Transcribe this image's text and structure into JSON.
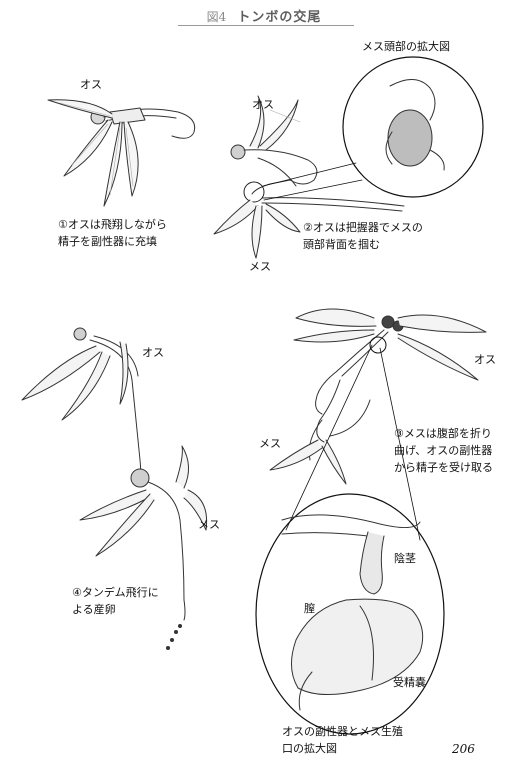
{
  "figure": {
    "number": "図4",
    "title": "トンボの交尾"
  },
  "panel1": {
    "label_male": "オス",
    "caption_line1": "①オスは飛翔しながら",
    "caption_line2": "精子を副性器に充填"
  },
  "panel2": {
    "label_male": "オス",
    "label_female": "メス",
    "inset_title": "メス頭部の拡大図",
    "caption_line1": "②オスは把握器でメスの",
    "caption_line2": "頭部背面を掴む"
  },
  "panel3": {
    "label_male": "オス",
    "label_female": "メス",
    "caption_line1": "③メスは腹部を折り",
    "caption_line2": "曲げ、オスの副性器",
    "caption_line3": "から精子を受け取る",
    "inset_label_penis": "陰茎",
    "inset_label_vagina": "膣",
    "inset_label_spermatheca": "受精嚢",
    "inset_caption_line1": "オスの副性器とメス生殖",
    "inset_caption_line2": "口の拡大図"
  },
  "panel4": {
    "label_male": "オス",
    "label_female": "メス",
    "caption_line1": "④タンデム飛行に",
    "caption_line2": "よる産卵"
  },
  "page_number": "206"
}
